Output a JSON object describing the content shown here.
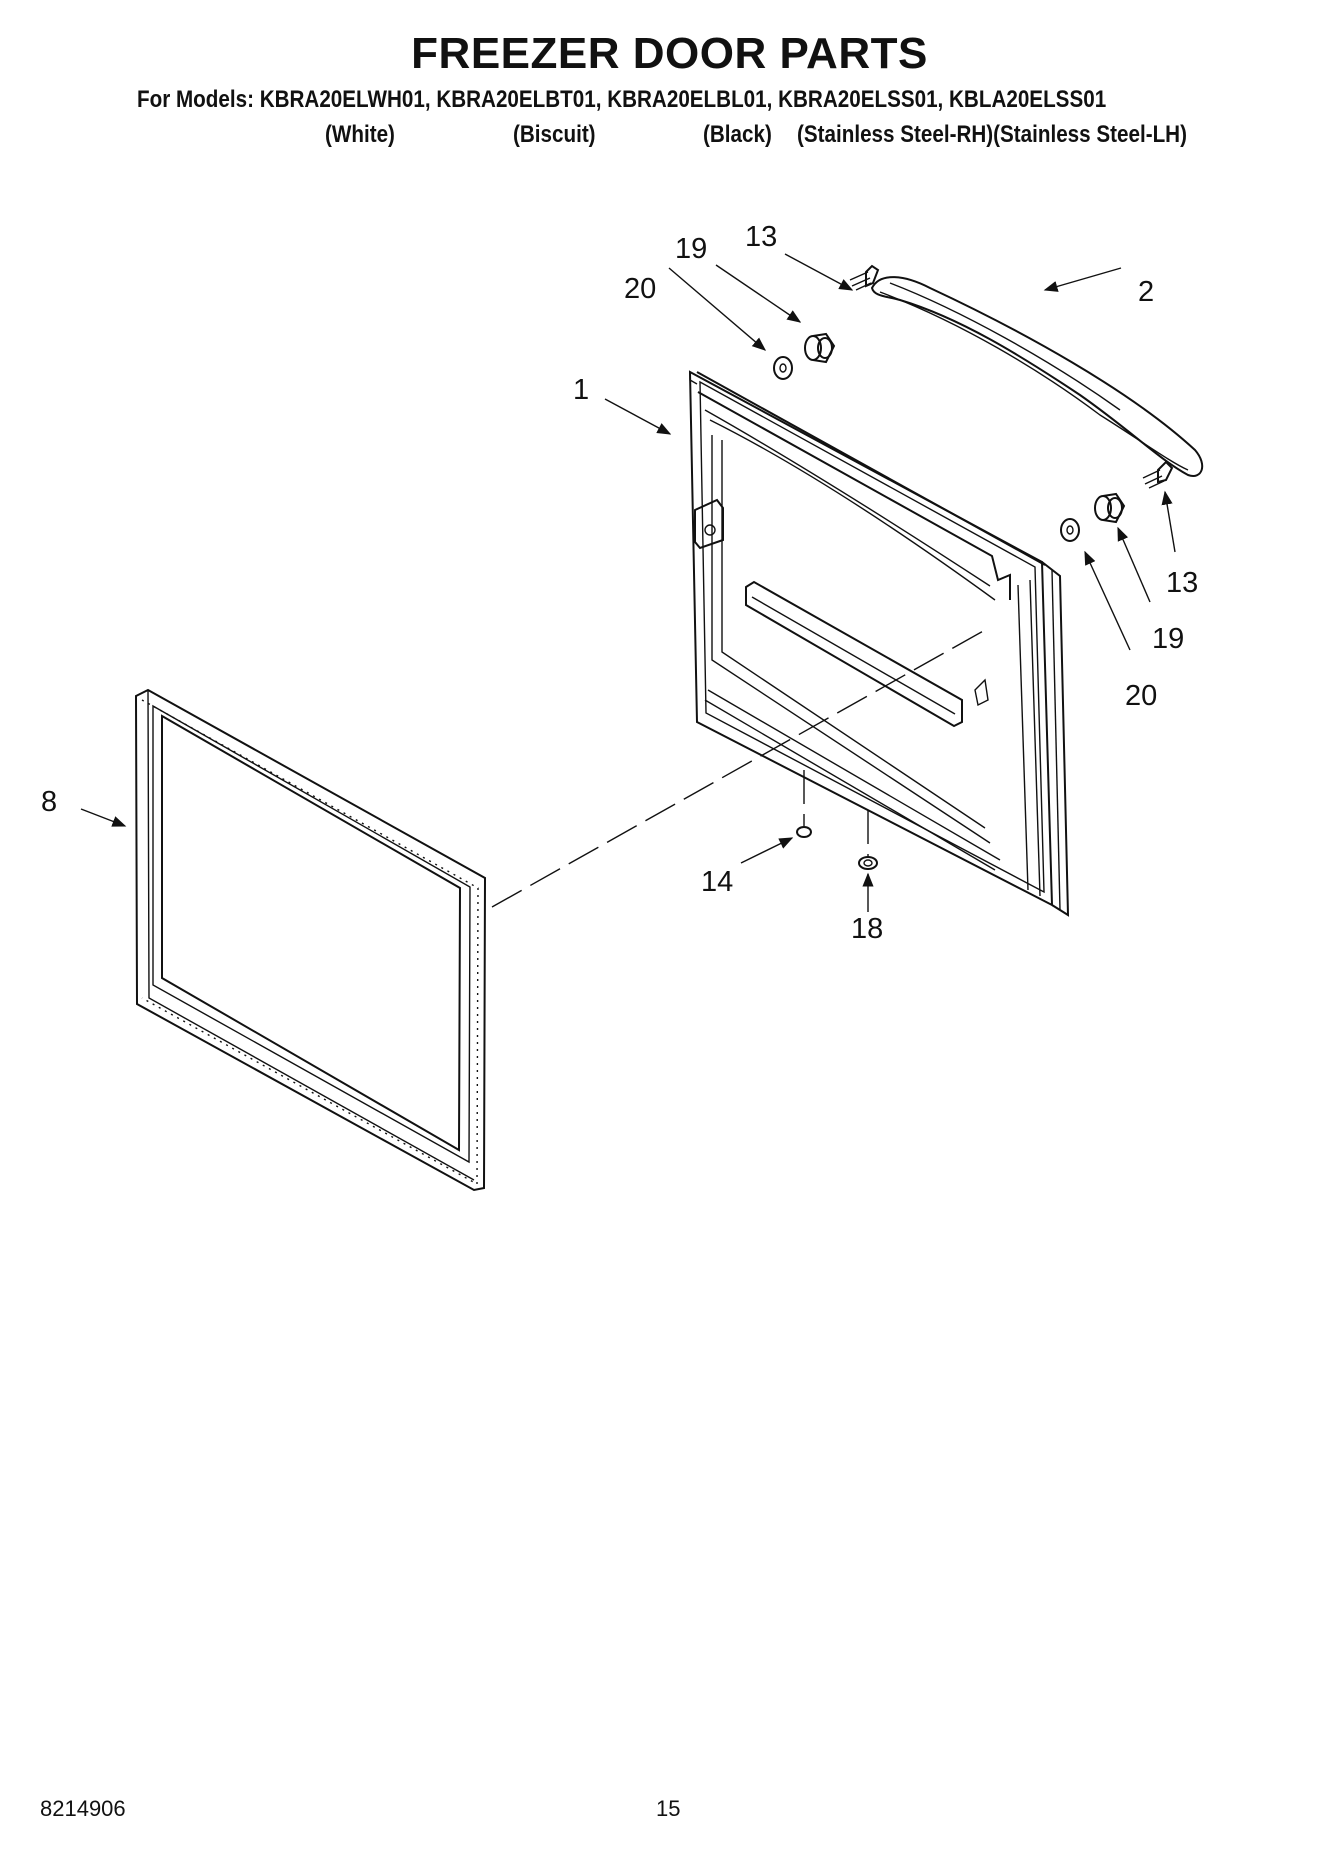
{
  "header": {
    "title": "FREEZER DOOR PARTS",
    "models_line": "For Models: KBRA20ELWH01, KBRA20ELBT01, KBRA20ELBL01, KBRA20ELSS01, KBLA20ELSS01",
    "finishes": [
      "(White)",
      "(Biscuit)",
      "(Black)",
      "(Stainless Steel-RH)(Stainless Steel-LH)"
    ]
  },
  "diagram": {
    "callouts": {
      "door": "1",
      "handle": "2",
      "gasket": "8",
      "screw_top": "13",
      "screw_right": "13",
      "stud_top": "19",
      "stud_right": "19",
      "washer_top": "20",
      "washer_right": "20",
      "bottom_screw": "14",
      "bottom_washer": "18"
    }
  },
  "footer": {
    "doc_number": "8214906",
    "page_number": "15"
  }
}
